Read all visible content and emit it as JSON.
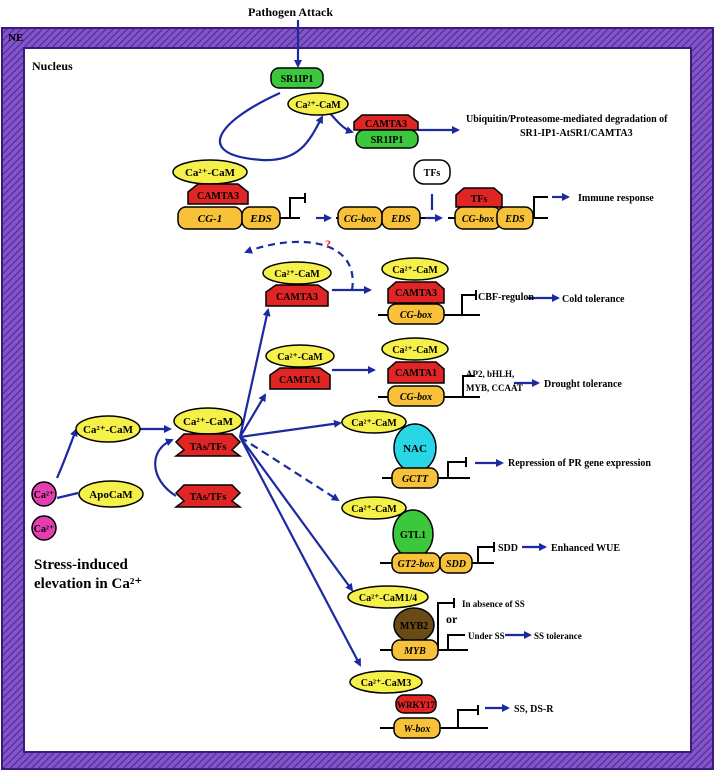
{
  "frame": {
    "ne_label": "NE",
    "nucleus_label": "Nucleus",
    "pathogen_label": "Pathogen Attack"
  },
  "top": {
    "sr1ip1": "SR1IP1",
    "cam": "Ca²⁺-CaM",
    "camta3": "CAMTA3",
    "sr1ip1_b": "SR1IP1",
    "degradation_l1": "Ubiquitin/Proteasome-mediated degradation of",
    "degradation_l2": "SR1-IP1-AtSR1/CAMTA3"
  },
  "row1": {
    "cam": "Ca²⁺-CaM",
    "camta3": "CAMTA3",
    "cg1": "CG-1",
    "eds": "EDS",
    "cgbox": "CG-box",
    "eds2": "EDS",
    "tfs_white": "TFs",
    "tfs_red": "TFs",
    "cgbox3": "CG-box",
    "eds3": "EDS",
    "immune": "Immune response",
    "question": "?"
  },
  "cold": {
    "cam_left": "Ca²⁺-CaM",
    "camta3_left": "CAMTA3",
    "cam": "Ca²⁺-CaM",
    "camta3": "CAMTA3",
    "cgbox": "CG-box",
    "regulon": "CBF-regulon",
    "result": "Cold tolerance"
  },
  "drought": {
    "cam_left": "Ca²⁺-CaM",
    "camta1_left": "CAMTA1",
    "cam": "Ca²⁺-CaM",
    "camta1": "CAMTA1",
    "cgbox": "CG-box",
    "genes_l1": "AP2, bHLH,",
    "genes_l2": "MYB, CCAAT",
    "result": "Drought tolerance"
  },
  "left": {
    "ca1": "Ca²⁺",
    "ca2": "Ca²⁺",
    "apocam": "ApoCaM",
    "cam": "Ca²⁺-CaM",
    "cam2": "Ca²⁺-CaM",
    "tastfs": "TAs/TFs",
    "tastfs2": "TAs/TFs",
    "stress_l1": "Stress-induced",
    "stress_l2": "elevation in Ca²⁺"
  },
  "nac": {
    "cam": "Ca²⁺-CaM",
    "nac": "NAC",
    "gctt": "GCTT",
    "result": "Repression of PR gene expression"
  },
  "gtl1": {
    "cam": "Ca²⁺-CaM",
    "gtl1": "GTL1",
    "gt2box": "GT2-box",
    "sdd": "SDD",
    "sdd_out": "SDD",
    "result": "Enhanced  WUE"
  },
  "myb": {
    "cam": "Ca²⁺-CaM1/4",
    "myb2": "MYB2",
    "myb": "MYB",
    "absence": "In absence of SS",
    "or": "or",
    "under": "Under  SS",
    "result": "SS tolerance"
  },
  "wrky": {
    "cam": "Ca²⁺-CaM3",
    "wrky17": "WRKY17",
    "wbox": "W-box",
    "result": "SS, DS-R"
  }
}
